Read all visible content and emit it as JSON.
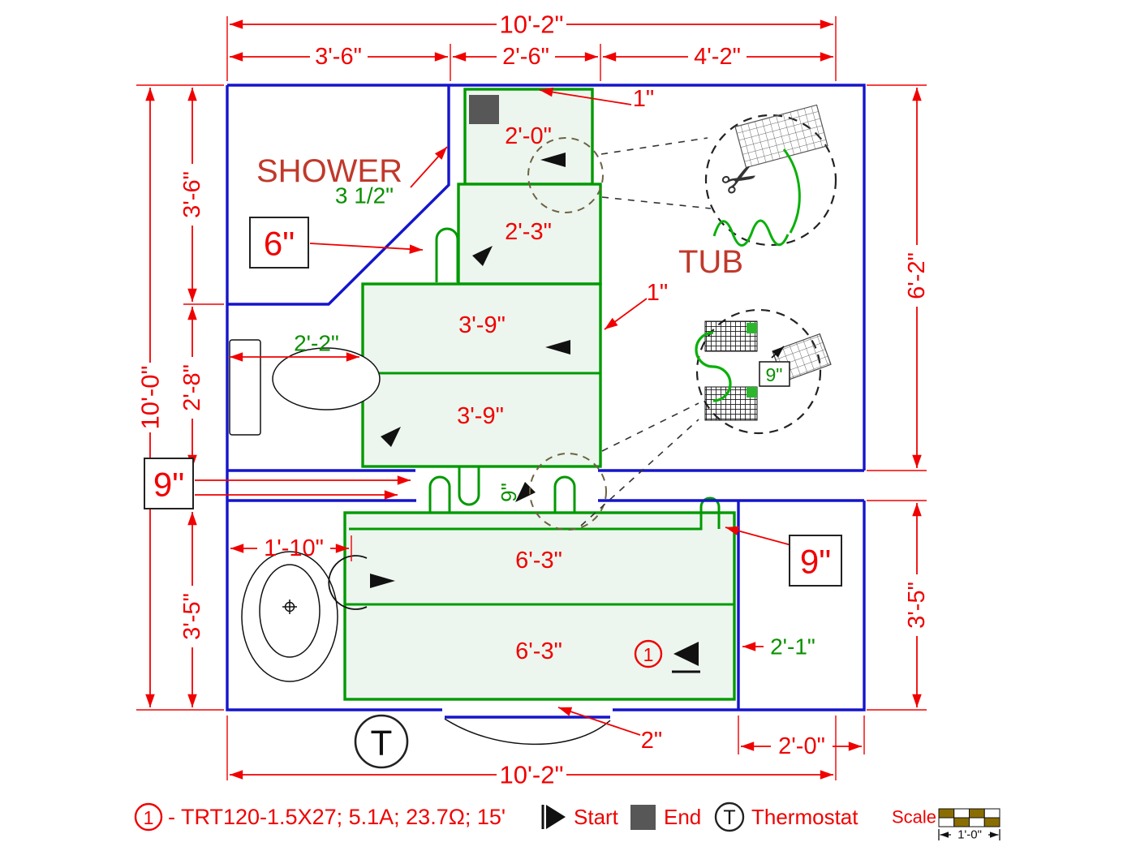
{
  "rooms": {
    "shower": "SHOWER",
    "tub": "TUB"
  },
  "dimensions": {
    "top_total": "10'-2\"",
    "top_seg_1": "3'-6\"",
    "top_seg_2": "2'-6\"",
    "top_seg_3": "4'-2\"",
    "left_total": "10'-0\"",
    "left_seg_1": "3'-6\"",
    "left_seg_2": "2'-8\"",
    "left_seg_3": "3'-5\"",
    "right_upper": "6'-2\"",
    "right_lower": "3'-5\"",
    "bottom_right": "2'-0\"",
    "bottom_total": "10'-2\""
  },
  "callouts": {
    "left_gap": "9\"",
    "right_gap": "9\"",
    "shower_offset": "6\"",
    "wall_thickness": "3 1/2\"",
    "toilet_width": "2'-2\"",
    "fixture_width": "1'-10\"",
    "mat_edge_top": "1\"",
    "mat_edge_right": "1\"",
    "door_gap": "2\"",
    "right_strip": "2'-1\"",
    "passage_width": "9\"",
    "detail_spacing": "9\""
  },
  "mats": {
    "mat1_width": "2'-0\"",
    "mat2_width": "2'-3\"",
    "mat3_width": "3'-9\"",
    "mat4_width": "3'-9\"",
    "mat5_width": "6'-3\"",
    "mat6_width": "6'-3\""
  },
  "plan_symbols": {
    "circuit_number": "1",
    "thermostat": "T"
  },
  "icons": {
    "scissors": "✂"
  },
  "legend": {
    "circuit_number": "1",
    "spec": "- TRT120-1.5X27; 5.1A; 23.7Ω; 15'",
    "start_label": "Start",
    "end_label": "End",
    "thermostat_symbol": "T",
    "thermostat_label": "Thermostat",
    "scale_label": "Scale",
    "scale_value": "1'-0\""
  }
}
